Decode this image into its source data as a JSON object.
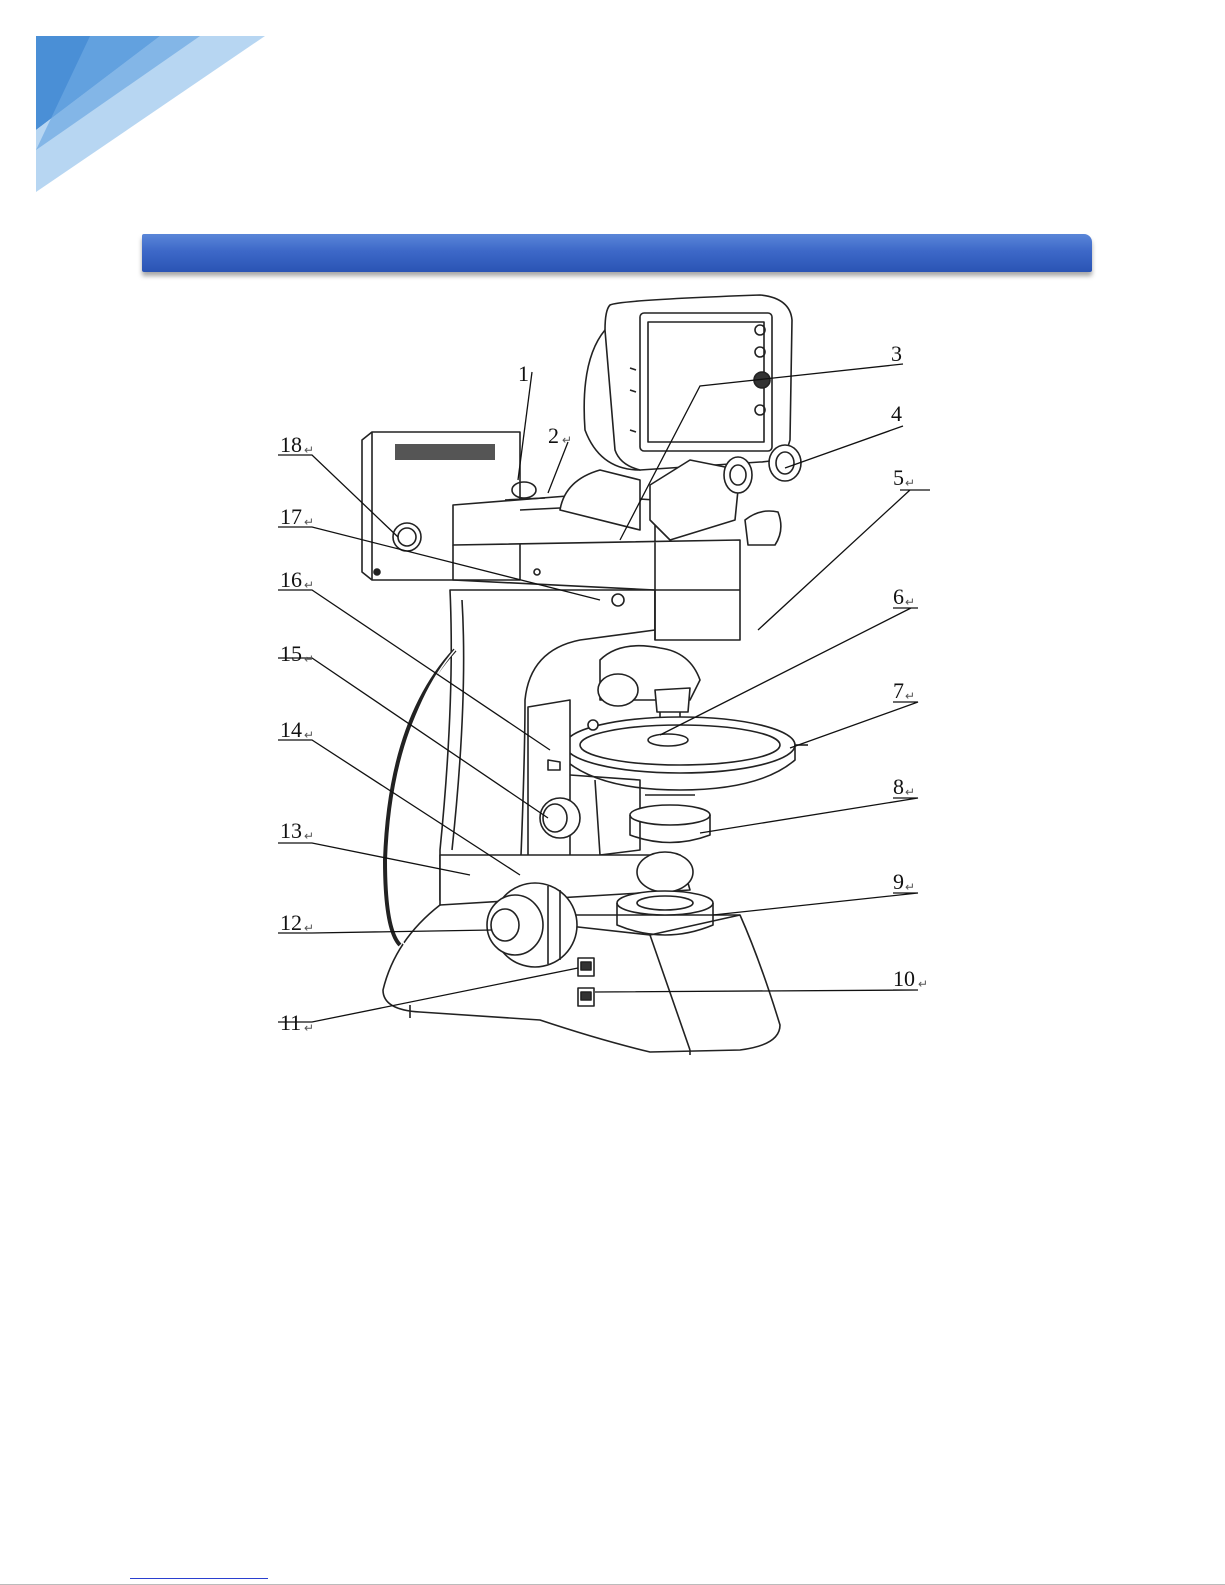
{
  "header": {
    "brand_color": "#3d68c8"
  },
  "figure": {
    "callouts": [
      {
        "num": "1",
        "mark": ""
      },
      {
        "num": "2",
        "mark": "↵"
      },
      {
        "num": "3",
        "mark": ""
      },
      {
        "num": "4",
        "mark": ""
      },
      {
        "num": "5",
        "mark": "↵"
      },
      {
        "num": "6",
        "mark": "↵"
      },
      {
        "num": "7",
        "mark": "↵"
      },
      {
        "num": "8",
        "mark": "↵"
      },
      {
        "num": "9",
        "mark": "↵"
      },
      {
        "num": "10",
        "mark": "↵"
      },
      {
        "num": "11",
        "mark": "↵"
      },
      {
        "num": "12",
        "mark": "↵"
      },
      {
        "num": "13",
        "mark": "↵"
      },
      {
        "num": "14",
        "mark": "↵"
      },
      {
        "num": "15",
        "mark": "↵"
      },
      {
        "num": "16",
        "mark": "↵"
      },
      {
        "num": "17",
        "mark": "↵"
      },
      {
        "num": "18",
        "mark": "↵"
      }
    ]
  }
}
